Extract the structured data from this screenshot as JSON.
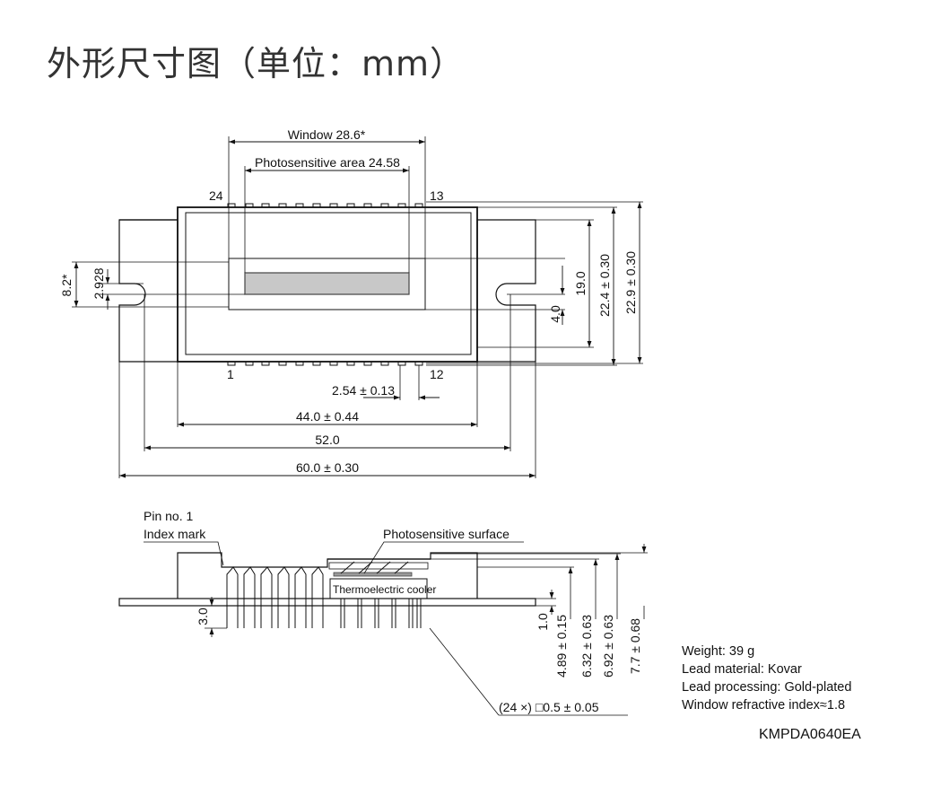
{
  "title": "外形尺寸图（单位：mm）",
  "top_view": {
    "window_label": "Window 28.6*",
    "photosensitive_area_label": "Photosensitive area 24.58",
    "pin_24": "24",
    "pin_13": "13",
    "pin_1": "1",
    "pin_12": "12",
    "dim_pitch": "2.54 ± 0.13",
    "dim_body_width": "44.0 ± 0.44",
    "dim_hole_span": "52.0",
    "dim_overall_width": "60.0 ± 0.30",
    "dim_left_8_2": "8.2*",
    "dim_left_2_928": "2.928",
    "dim_right_19_0": "19.0",
    "dim_right_4_0": "4.0",
    "dim_right_22_4": "22.4 ± 0.30",
    "dim_right_22_9": "22.9 ± 0.30"
  },
  "side_view": {
    "pin1_label": "Pin no. 1",
    "index_mark_label": "Index mark",
    "photosensitive_surface_label": "Photosensitive surface",
    "cooler_label": "Thermoelectric cooler",
    "dim_3_0": "3.0",
    "dim_1_0": "1.0",
    "dim_4_89": "4.89 ± 0.15",
    "dim_6_32": "6.32 ± 0.63",
    "dim_6_92": "6.92 ± 0.63",
    "dim_7_7": "7.7 ± 0.68",
    "lead_spec": "(24 ×) □0.5 ± 0.05"
  },
  "notes": {
    "weight": "Weight: 39 g",
    "lead_material": "Lead material: Kovar",
    "lead_processing": "Lead processing: Gold-plated",
    "window_index": "Window refractive index≈1.8"
  },
  "drawing_code": "KMPDA0640EA"
}
